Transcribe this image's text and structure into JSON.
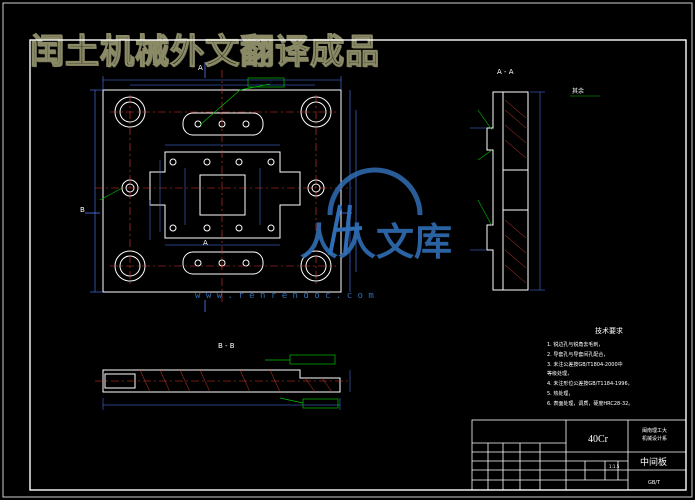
{
  "banner_text": "闰土机械外文翻译成品",
  "title_block": {
    "material": "40Cr",
    "part_name": "中间板",
    "school_lines": [
      "闽南理工大",
      "机械设计系"
    ],
    "scale": "1:1.5",
    "drawing_no": "GB/T"
  },
  "tech_requirements": {
    "heading": "技术要求",
    "items": [
      "1. 锐边孔与锐角去毛刺，",
      "2. 导套孔与导套间孔配合，",
      "3. 未注公差按GB/T1804-2000中",
      "   等级处理，",
      "4. 未注形位公差按GB/T1184-1996，",
      "5. 热处理，",
      "6. 表面处理，调质，硬度HRC28-32。"
    ]
  },
  "view_labels": {
    "section_aa": "A - A",
    "section_bb": "B - B",
    "roughness_note": "其余",
    "label_a": "A",
    "label_b": "B"
  },
  "watermark": {
    "mark": "人人文库",
    "url": "w w w . r e n r e n d o c . c o m"
  },
  "colors": {
    "frame": "#ffffff",
    "dimension": "#4f7fff",
    "centerline": "#e23a2a",
    "annotation": "#00c000",
    "watermark": "#2f6db4",
    "banner": "#8a8a66"
  }
}
